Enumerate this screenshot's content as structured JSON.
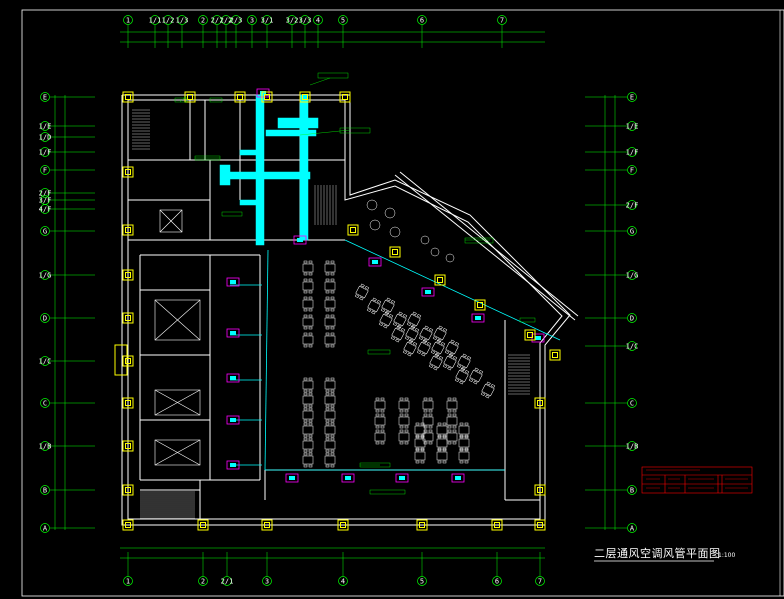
{
  "drawing": {
    "title": "二层通风空调风管平面图",
    "scale": "1:100",
    "colors": {
      "background": "#000000",
      "walls": "#ffffff",
      "columns": "#ffff00",
      "axis": "#00ff00",
      "duct": "#00ffff",
      "furniture": "#ffffff",
      "equipment": "#ff00ff",
      "legend": "#ff0000"
    }
  },
  "axes": {
    "top": [
      "1",
      "1/1",
      "1/2",
      "1/3",
      "2",
      "2/1",
      "2/2",
      "2/3",
      "3",
      "3/1",
      "3/2",
      "3/3",
      "4",
      "5",
      "6",
      "7"
    ],
    "bottom": [
      "1",
      "2",
      "2/1",
      "3",
      "4",
      "5",
      "6",
      "7"
    ],
    "left": [
      "E",
      "1/E",
      "1/D",
      "1/F",
      "F",
      "2/F",
      "3/F",
      "4/F",
      "G",
      "1/G",
      "D",
      "1/C",
      "C",
      "1/B",
      "B",
      "A"
    ],
    "right": [
      "E",
      "1/E",
      "1/F",
      "F",
      "2/F",
      "G",
      "1/G",
      "D",
      "1/C",
      "C",
      "1/B",
      "B",
      "A"
    ]
  }
}
